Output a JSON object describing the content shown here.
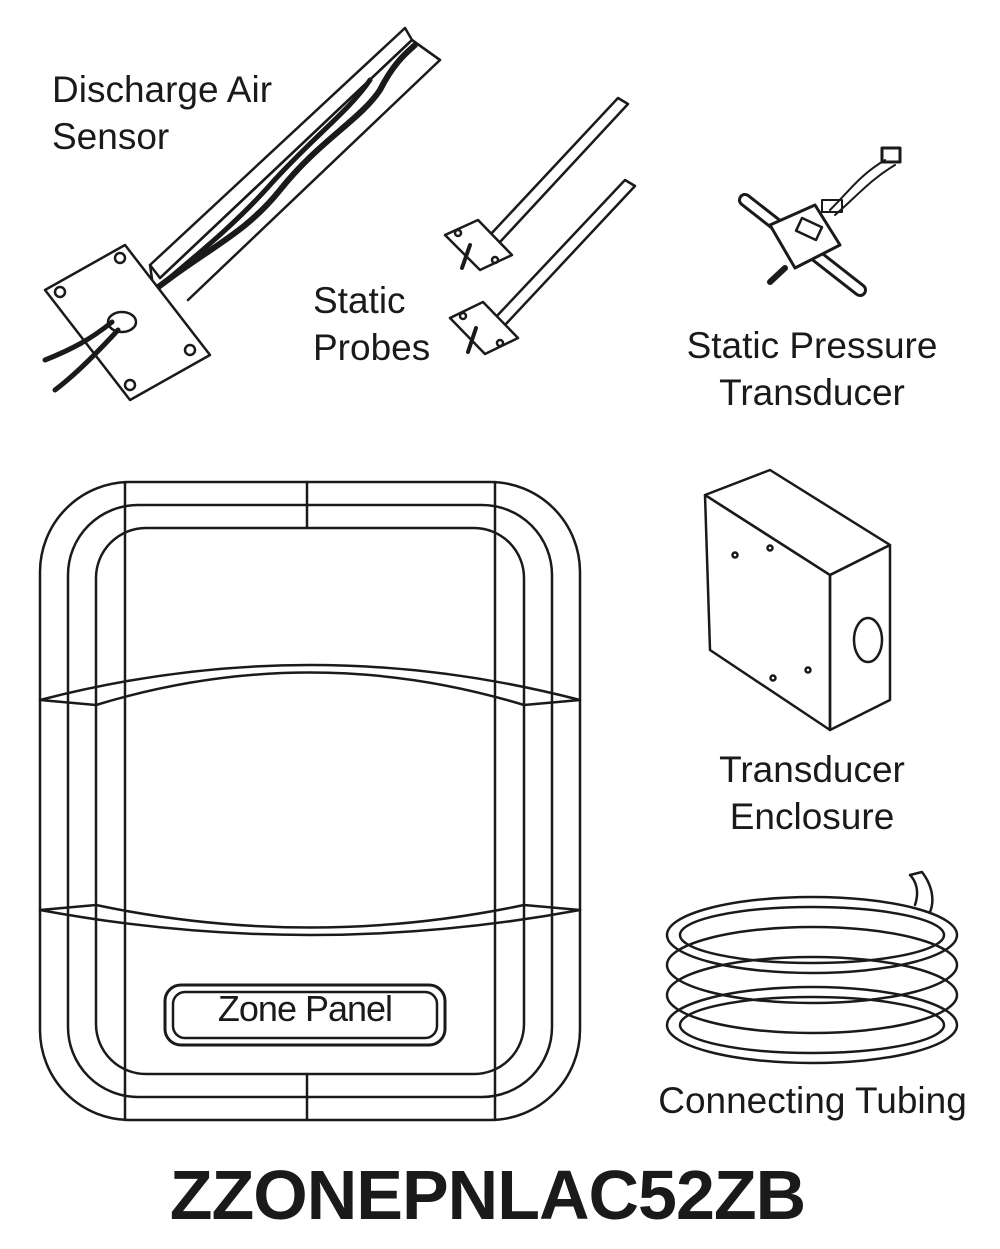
{
  "components": {
    "discharge_air_sensor": {
      "line1": "Discharge Air",
      "line2": "Sensor"
    },
    "static_probes": {
      "line1": "Static",
      "line2": "Probes"
    },
    "static_pressure_transducer": {
      "line1": "Static Pressure",
      "line2": "Transducer"
    },
    "zone_panel": {
      "label": "Zone Panel"
    },
    "transducer_enclosure": {
      "line1": "Transducer",
      "line2": "Enclosure"
    },
    "connecting_tubing": {
      "label": "Connecting Tubing"
    }
  },
  "model_number": "ZZONEPNLAC52ZB"
}
